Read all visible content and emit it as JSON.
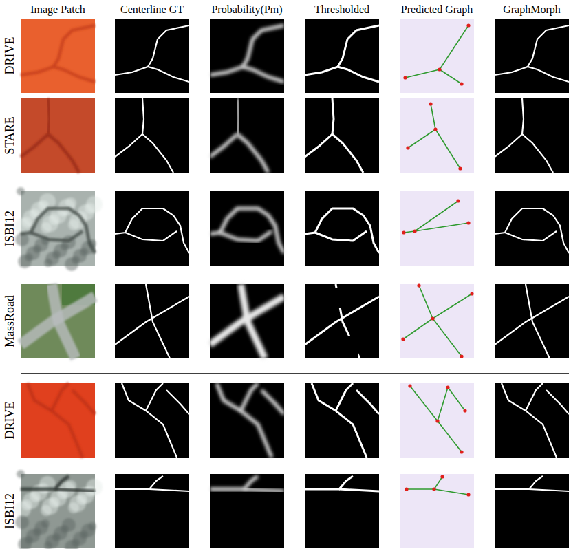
{
  "diagram": {
    "labels": [
      "Image Patch",
      "Centerline GT",
      "Probability(Pm)",
      "Thresholded",
      "Predicted Graph",
      "GraphMorph",
      "DRIVE",
      "STARE",
      "ISBI12",
      "MassRoad",
      "DRIVE",
      "ISBI12"
    ]
  }
}
